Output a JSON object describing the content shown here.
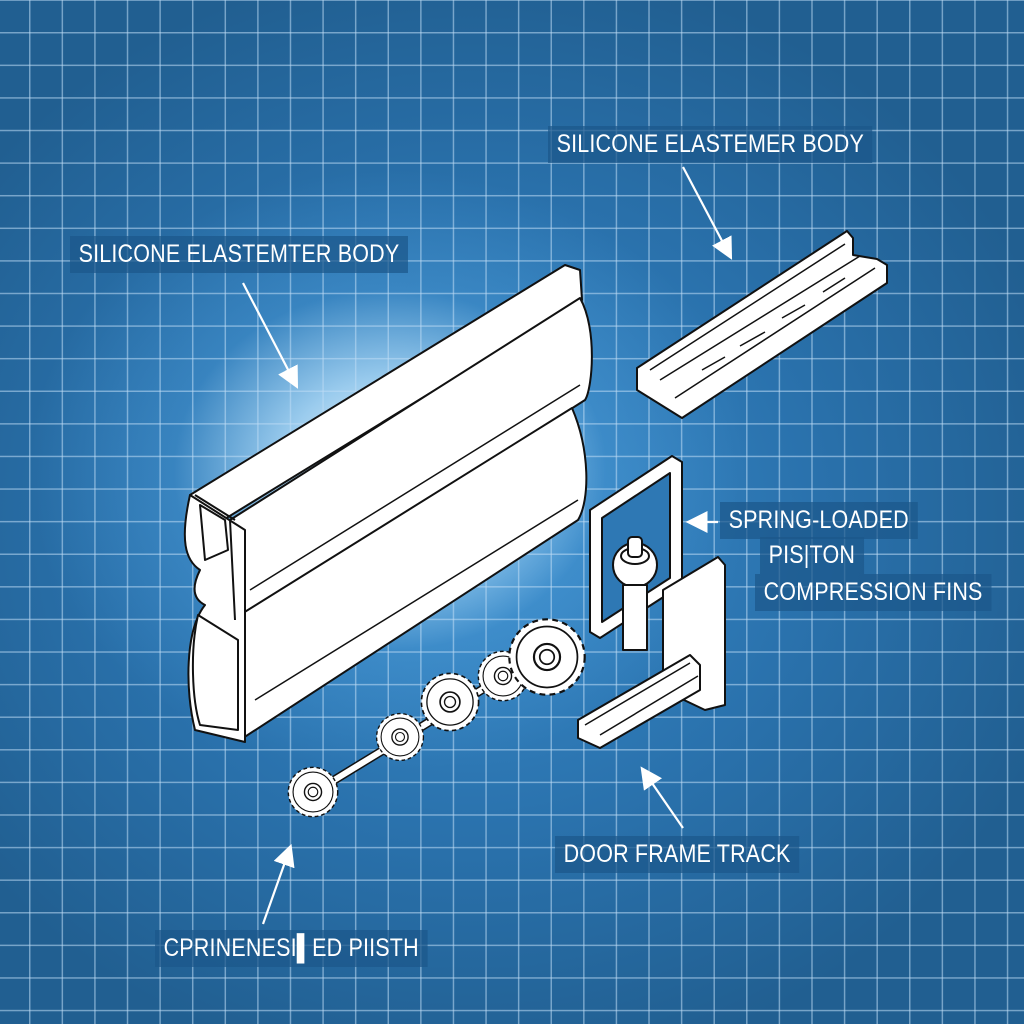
{
  "diagram": {
    "style": "blueprint isometric exploded view",
    "colors": {
      "background": "#215f91",
      "grid_lines": "#a9cdea",
      "glow": "#ffffff",
      "linework": "#000000",
      "part_fill": "#ffffff",
      "label_text": "#ffffff",
      "label_background": "#1c588a"
    },
    "labels": {
      "body_left": "SILICONE ELASTEMTER BODY",
      "body_right": "SILICONE ELASTEMER BODY",
      "piston_line1": "SPRING-LOADED",
      "piston_line2": "PIS|TON",
      "fins": "COMPRESSION FINS",
      "track": "DOOR FRAME TRACK",
      "gears": "CPRINENESI▌ED PIISTH"
    },
    "parts": [
      {
        "id": "elastomer-extrusion",
        "description": "Long silicone elastomer seal profile with hollow chambers"
      },
      {
        "id": "channel-rail",
        "description": "U-channel rail with notches"
      },
      {
        "id": "piston-assembly",
        "description": "Spring-loaded piston in rectangular frame on L-bracket"
      },
      {
        "id": "gear-shaft",
        "description": "Shaft with five spur gears"
      }
    ]
  }
}
